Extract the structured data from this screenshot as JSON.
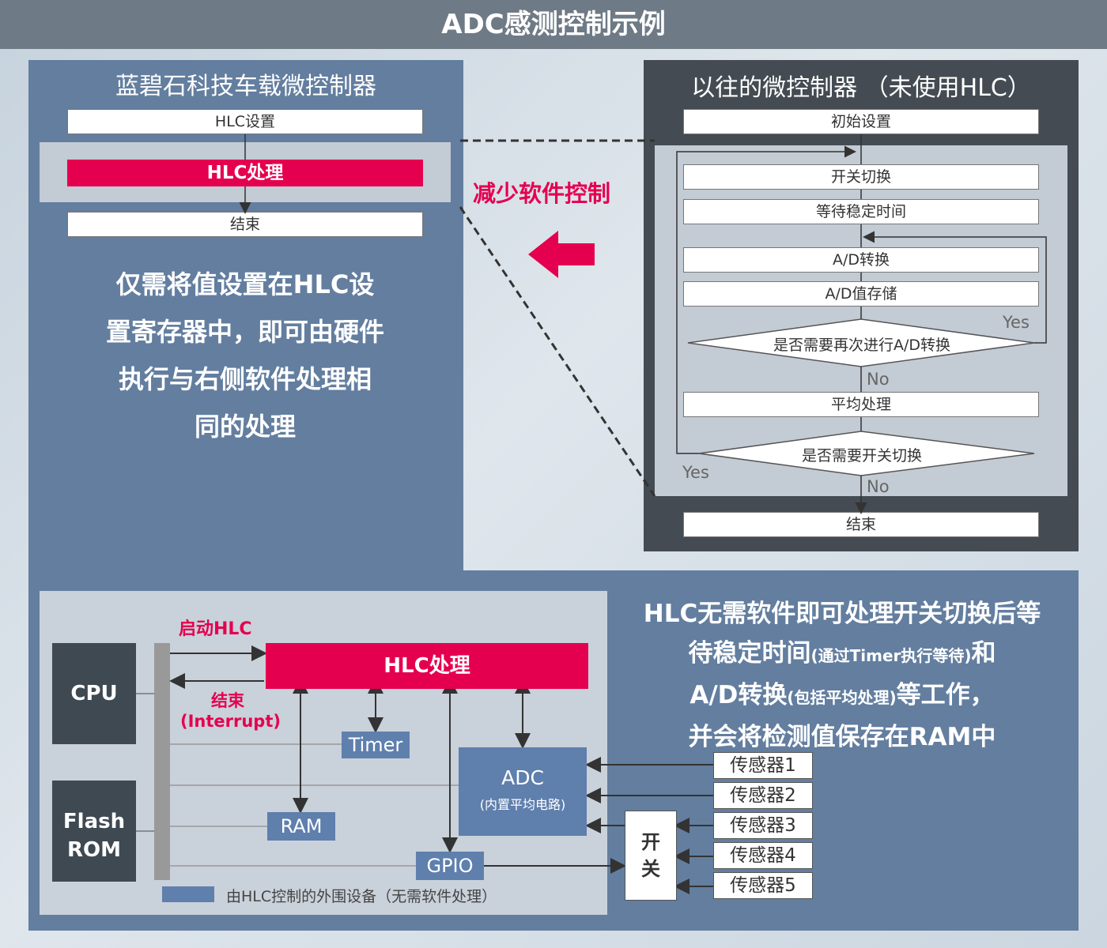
{
  "header": {
    "title": "ADC感测控制示例"
  },
  "left_panel": {
    "title": "蓝碧石科技车载微控制器",
    "steps": [
      "HLC设置",
      "HLC处理",
      "结束"
    ],
    "description_lines": [
      "仅需将值设置在HLC设",
      "置寄存器中，即可由硬件",
      "执行与右侧软件处理相",
      "同的处理"
    ]
  },
  "middle": {
    "arrow_label": "减少软件控制"
  },
  "right_panel": {
    "title": "以往的微控制器 （未使用HLC）",
    "steps": {
      "init": "初始设置",
      "switch": "开关切换",
      "wait": "等待稳定时间",
      "ad_convert": "A/D转换",
      "ad_store": "A/D值存储",
      "decision1": "是否需要再次进行A/D转换",
      "average": "平均处理",
      "decision2": "是否需要开关切换",
      "end": "结束"
    },
    "yes_label": "Yes",
    "no_label": "No"
  },
  "block_diagram": {
    "start_label": "启动HLC",
    "hlc_label": "HLC处理",
    "end_label": "结束",
    "interrupt_label": "(Interrupt)",
    "cpu": "CPU",
    "flash_line1": "Flash",
    "flash_line2": "ROM",
    "timer": "Timer",
    "ram": "RAM",
    "gpio": "GPIO",
    "adc": "ADC",
    "adc_sub": "(内置平均电路)",
    "switch_line1": "开",
    "switch_line2": "关",
    "sensors": [
      "传感器1",
      "传感器2",
      "传感器3",
      "传感器4",
      "传感器5"
    ],
    "legend": "由HLC控制的外围设备（无需软件处理）",
    "colors": {
      "hlc_red": "#e5004f",
      "peripheral_blue": "#5f7fad"
    }
  },
  "bottom_text": {
    "line1": "HLC无需软件即可处理开关切换后等",
    "line2_main": "待稳定时间",
    "line2_small": "(通过Timer执行等待)",
    "line2_end": "和",
    "line3_main": "A/D转换",
    "line3_small": "(包括平均处理)",
    "line3_end": "等工作，",
    "line4": "并会将检测值保存在RAM中"
  }
}
